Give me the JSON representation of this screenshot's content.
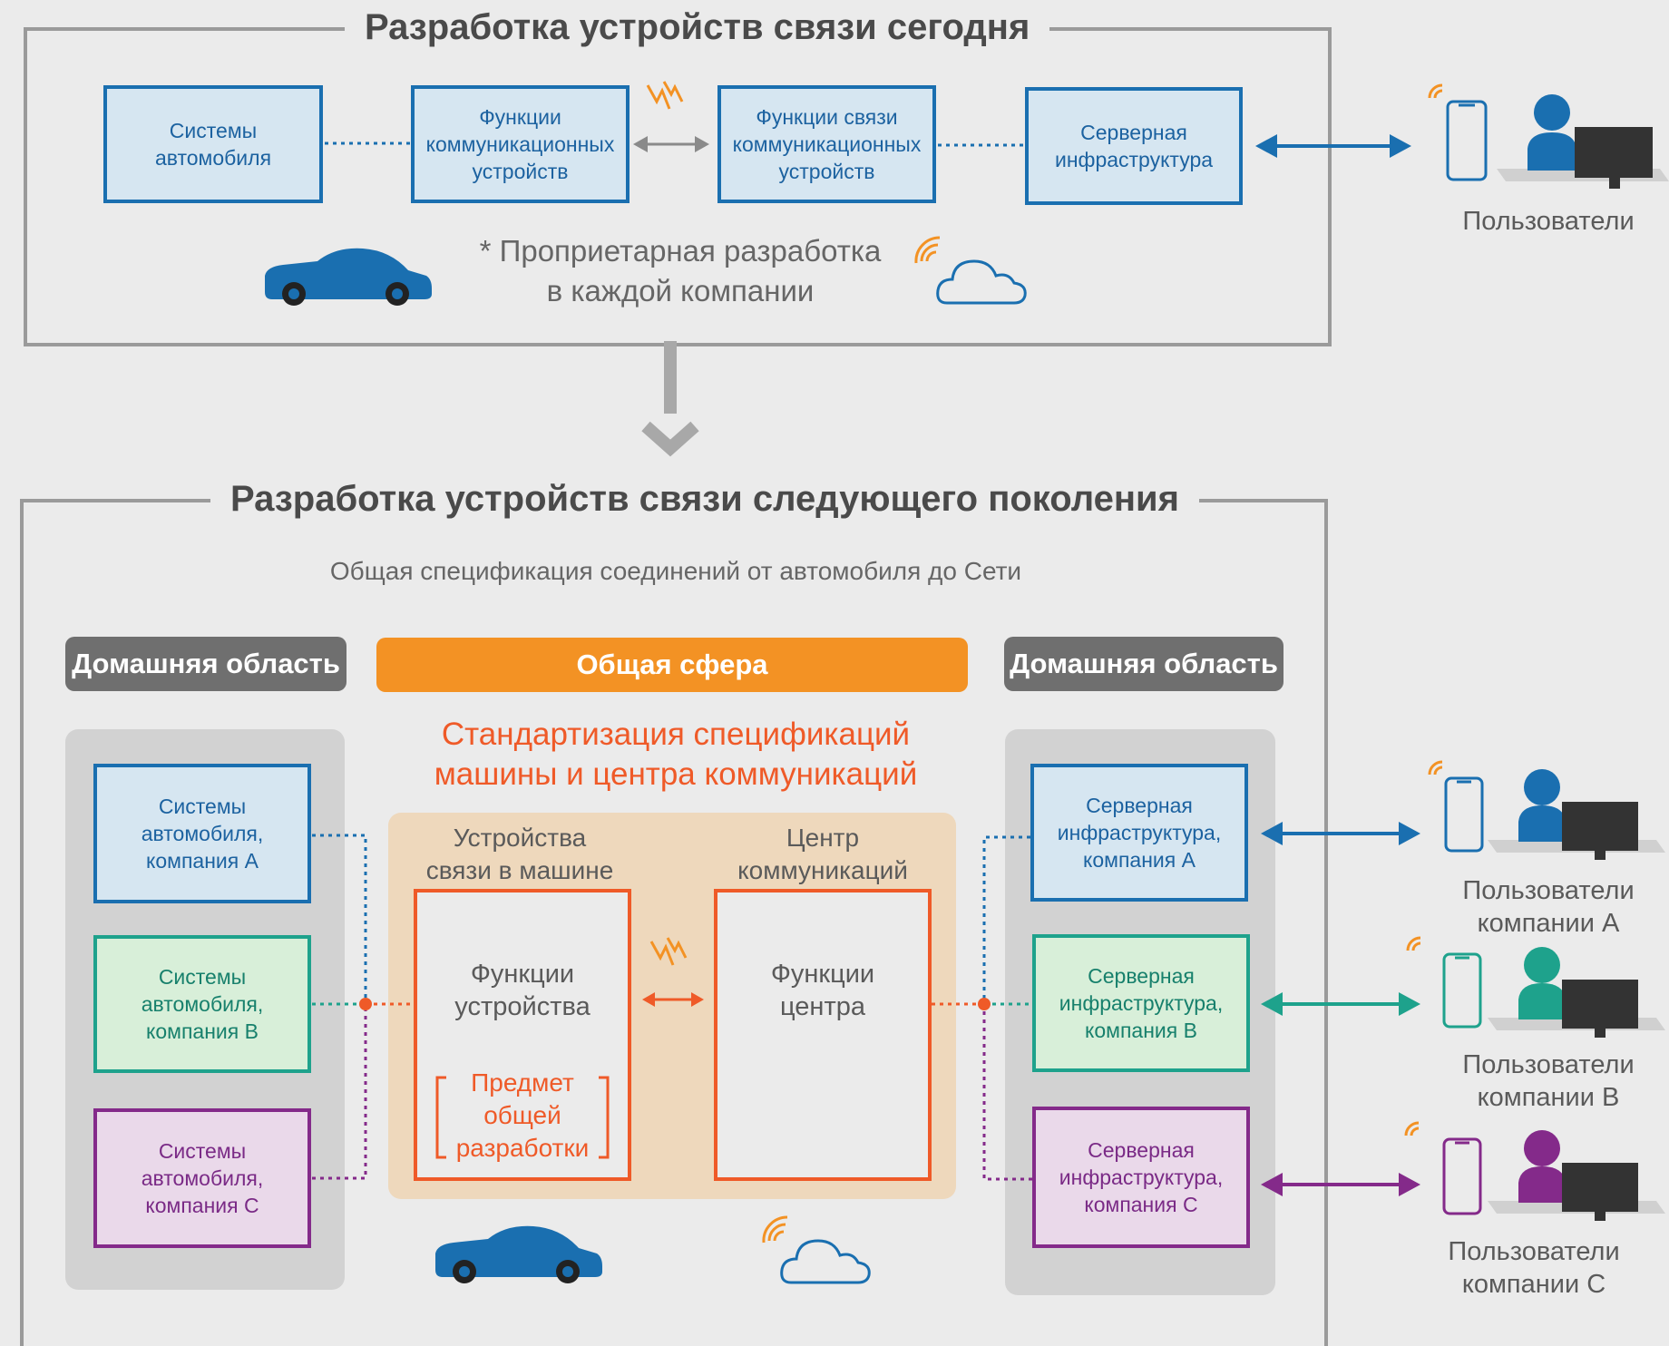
{
  "top": {
    "title": "Разработка устройств связи сегодня",
    "boxes": [
      "Системы\nавтомобиля",
      "Функции\nкоммуникационных\nустройств",
      "Функции связи\nкоммуникационных\nустройств",
      "Серверная\nинфраструктура"
    ],
    "note_line1": "* Проприетарная разработка",
    "note_line2": "в каждой компании",
    "users_label": "Пользователи"
  },
  "bottom": {
    "title": "Разработка устройств связи следующего поколения",
    "subtitle": "Общая спецификация соединений от автомобиля до Сети",
    "home_area_left": "Домашняя область",
    "common_area": "Общая сфера",
    "home_area_right": "Домашняя область",
    "standardization_line1": "Стандартизация спецификаций",
    "standardization_line2": "машины и центра коммуникаций",
    "left_boxes": [
      "Системы\nавтомобиля,\nкомпания A",
      "Системы\nавтомобиля,\nкомпания B",
      "Системы\nавтомобиля,\nкомпания C"
    ],
    "device_header": "Устройства\nсвязи в машине",
    "center_header": "Центр\nкоммуникаций",
    "device_functions": "Функции\nустройства",
    "shared_subject": "Предмет\nобщей\nразработки",
    "center_functions": "Функции\nцентра",
    "right_boxes": [
      "Серверная\nинфраструктура,\nкомпания A",
      "Серверная\nинфраструктура,\nкомпания B",
      "Серверная\nинфраструктура,\nкомпания C"
    ],
    "users": [
      "Пользователи\nкомпании A",
      "Пользователи\nкомпании B",
      "Пользователи\nкомпании C"
    ]
  },
  "colors": {
    "blue": "#1a6fb0",
    "green": "#1ea28c",
    "purple": "#842a8a",
    "orange": "#f39224",
    "red_orange": "#ef5a28",
    "gray": "#6f6f6f"
  },
  "icons": [
    "car-icon",
    "cloud-icon",
    "wireless-signal-icon",
    "lightning-icon",
    "smartphone-icon",
    "user-icon",
    "monitor-icon"
  ]
}
